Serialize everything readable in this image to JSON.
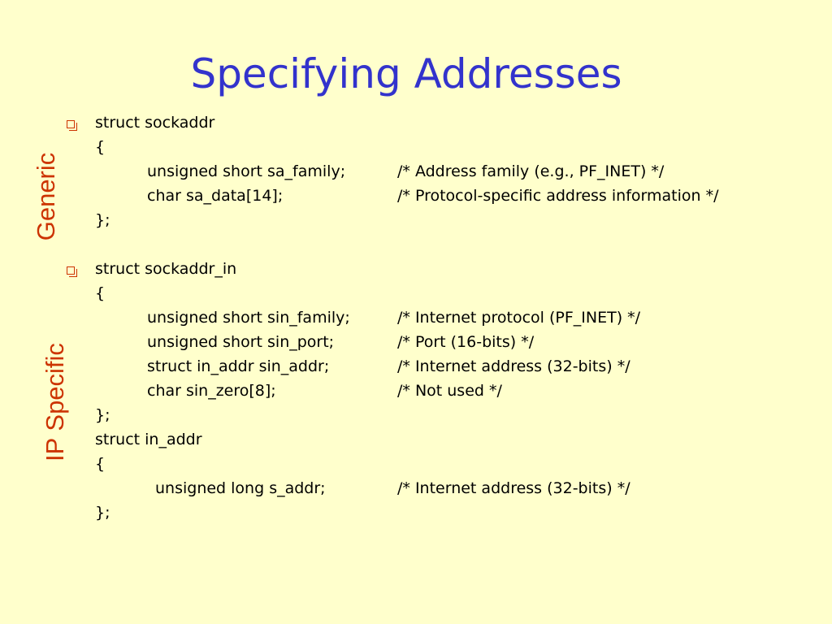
{
  "title": "Specifying Addresses",
  "side_labels": {
    "generic": "Generic",
    "ip_specific": "IP Specific"
  },
  "colors": {
    "background": "#ffffcc",
    "title": "#3333cc",
    "side_labels": "#cc3300",
    "bullets": "#cc3300",
    "text": "#000000"
  },
  "bullet_icon": "hollow-square-bullet-icon",
  "sockaddr": {
    "header": "struct sockaddr",
    "open": "{",
    "fields": [
      {
        "decl": "unsigned short sa_family;",
        "comment": "/* Address family (e.g., PF_INET) */"
      },
      {
        "decl": "char sa_data[14];",
        "comment": "/* Protocol-specific address information */"
      }
    ],
    "close": "};"
  },
  "sockaddr_in": {
    "header": "struct sockaddr_in",
    "open": "{",
    "fields": [
      {
        "decl": "unsigned short sin_family;",
        "comment": "/* Internet protocol (PF_INET) */"
      },
      {
        "decl": "unsigned short sin_port;",
        "comment": "/* Port (16-bits) */"
      },
      {
        "decl": "struct in_addr sin_addr;",
        "comment": "/* Internet address (32-bits) */"
      },
      {
        "decl": "char sin_zero[8];",
        "comment": "/* Not used */"
      }
    ],
    "close": "};"
  },
  "in_addr": {
    "header": "struct in_addr",
    "open": "{",
    "fields": [
      {
        "decl": "unsigned long s_addr;",
        "comment": "/* Internet address (32-bits) */"
      }
    ],
    "close": "};"
  }
}
